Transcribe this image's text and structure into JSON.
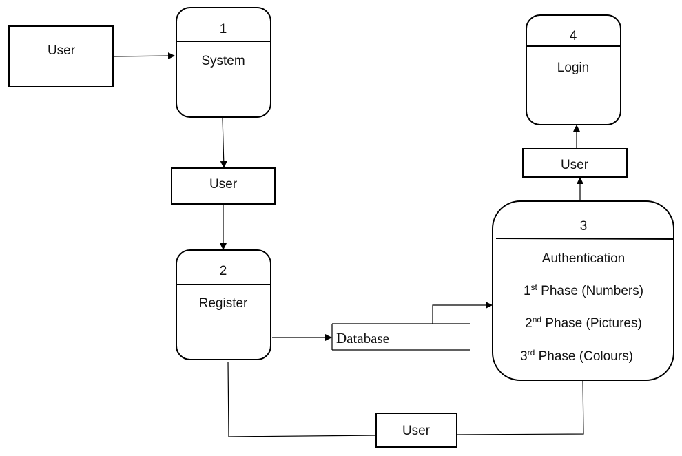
{
  "entities": {
    "user_top_left": "User",
    "user_middle": "User",
    "user_top_right": "User",
    "user_bottom": "User"
  },
  "processes": {
    "p1": {
      "number": "1",
      "label": "System"
    },
    "p2": {
      "number": "2",
      "label": "Register"
    },
    "p3": {
      "number": "3",
      "label": "Authentication",
      "phases": [
        {
          "ordinal": "1",
          "suffix": "st",
          "text": " Phase (Numbers)"
        },
        {
          "ordinal": "2",
          "suffix": "nd",
          "text": " Phase (Pictures)"
        },
        {
          "ordinal": "3",
          "suffix": "rd",
          "text": " Phase (Colours)"
        }
      ]
    },
    "p4": {
      "number": "4",
      "label": "Login"
    }
  },
  "datastore": {
    "label": "Database"
  }
}
